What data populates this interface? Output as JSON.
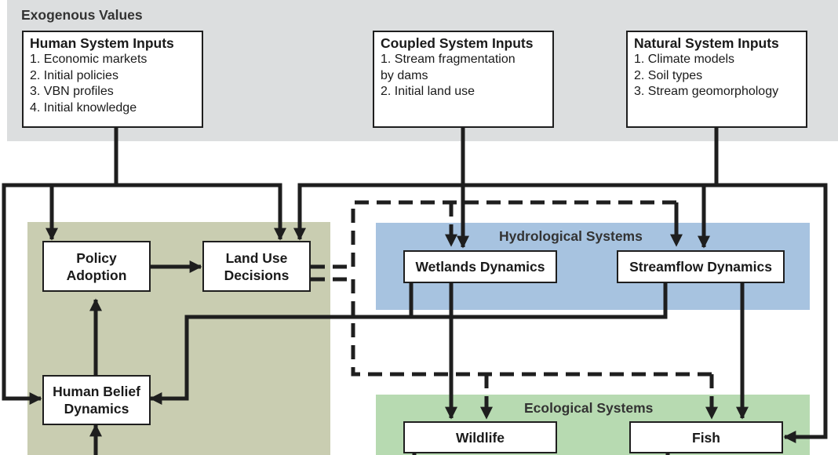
{
  "colors": {
    "exogenous_bg": "#dcdedf",
    "human_bg": "#c9cdb1",
    "hydro_bg": "#a7c3e0",
    "eco_bg": "#b7dab1",
    "line": "#1e1e1e"
  },
  "exogenous": {
    "title": "Exogenous Values",
    "human_inputs": {
      "title": "Human System Inputs",
      "items": [
        "1. Economic markets",
        "2. Initial policies",
        "3. VBN profiles",
        "4. Initial knowledge"
      ]
    },
    "coupled_inputs": {
      "title": "Coupled System Inputs",
      "items": [
        "1. Stream fragmentation",
        "by dams",
        "2. Initial land use"
      ]
    },
    "natural_inputs": {
      "title": "Natural System Inputs",
      "items": [
        "1. Climate models",
        "2. Soil types",
        "3. Stream geomorphology"
      ]
    }
  },
  "human_system": {
    "policy_adoption": {
      "line1": "Policy",
      "line2": "Adoption"
    },
    "land_use_decisions": {
      "line1": "Land Use",
      "line2": "Decisions"
    },
    "human_belief_dynamics": {
      "line1": "Human Belief",
      "line2": "Dynamics"
    }
  },
  "hydrological": {
    "title": "Hydrological Systems",
    "wetlands": "Wetlands Dynamics",
    "streamflow": "Streamflow Dynamics"
  },
  "ecological": {
    "title": "Ecological Systems",
    "wildlife": "Wildlife",
    "fish": "Fish"
  }
}
